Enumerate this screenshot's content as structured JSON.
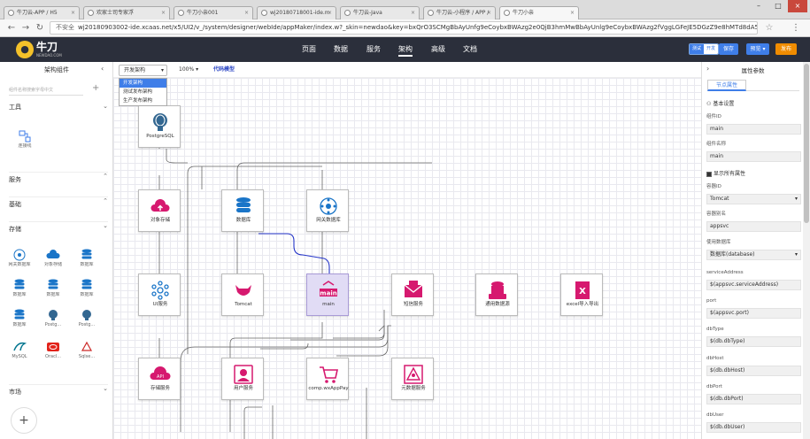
{
  "browser": {
    "tabs": [
      {
        "label": "牛刀云-APP / H5"
      },
      {
        "label": "欢家士司专家浮"
      },
      {
        "label": "牛刀小亲001"
      },
      {
        "label": "wj20180718001-ide.m"
      },
      {
        "label": "牛刀云-Java"
      },
      {
        "label": "牛刀云-小程序 / APP /"
      },
      {
        "label": "牛刀小亲"
      }
    ],
    "insecure_label": "不安全",
    "url": "wj20180903002-ide.xcaas.net/x5/UI2/v_/system/designer/webIde/appMaker/index.w?_skin=newdao&key=bxQrO3SCMgBbAyUnfg9eCoybxBWAzg2e0QjB3hmMwBbAyUnlg9eCoybxBWAzg2fVggLGFeJE5DGzZ9e8hMTd8dA5DU..."
  },
  "header": {
    "logo_text": "牛刀",
    "logo_sub": "NEWDAO.COM",
    "nav": [
      {
        "label": "页面"
      },
      {
        "label": "数据"
      },
      {
        "label": "服务"
      },
      {
        "label": "架构"
      },
      {
        "label": "高级"
      },
      {
        "label": "文档"
      }
    ],
    "env_left": "测试",
    "env_right": "开发",
    "save_label": "保存",
    "preview_label": "预览",
    "publish_label": "发布"
  },
  "left_panel": {
    "title": "架构组件",
    "search_placeholder": "组件名称搜索字母中文",
    "sections": {
      "tools": "工具",
      "service": "服务",
      "base": "基础",
      "storage": "存储",
      "market": "市场"
    },
    "tool_items": [
      {
        "label": "连接线"
      }
    ],
    "storage_items": [
      {
        "label": "网关数据库"
      },
      {
        "label": "对象存储"
      },
      {
        "label": "数据库"
      },
      {
        "label": "数据库"
      },
      {
        "label": "数据库"
      },
      {
        "label": "数据库"
      },
      {
        "label": "数据库"
      },
      {
        "label": "Postg..."
      },
      {
        "label": "Postg..."
      },
      {
        "label": "MySQL"
      },
      {
        "label": "Oracl..."
      },
      {
        "label": "Sqlse..."
      }
    ],
    "add_label": "+"
  },
  "toolbar": {
    "arch_select": "开发架构",
    "arch_options": [
      {
        "label": "开发架构"
      },
      {
        "label": "测试发布架构"
      },
      {
        "label": "生产发布架构"
      }
    ],
    "zoom": "100%",
    "code_mode": "代码模型"
  },
  "canvas": {
    "nodes": [
      {
        "label": "PostgreSQL"
      },
      {
        "label": "对象存储"
      },
      {
        "label": "数据库"
      },
      {
        "label": "网关数据库"
      },
      {
        "label": "UI服务"
      },
      {
        "label": "Tomcat"
      },
      {
        "label": "main"
      },
      {
        "label": "短信服务"
      },
      {
        "label": "通用数据源"
      },
      {
        "label": "excel导入导出"
      },
      {
        "label": "存储服务"
      },
      {
        "label": "用户服务"
      },
      {
        "label": "comp.wxAppPay"
      },
      {
        "label": "元数据服务"
      }
    ],
    "accent": "#d6196f",
    "db_color": "#1a75c8"
  },
  "right_panel": {
    "title": "属性参数",
    "tab": "节点属性",
    "basic": "基本设置",
    "fields": [
      {
        "label": "组件ID",
        "value": "main"
      },
      {
        "label": "组件名称",
        "value": "main"
      }
    ],
    "show_all": "显示所有属性",
    "fields2": [
      {
        "label": "容器ID",
        "value": "Tomcat"
      },
      {
        "label": "容器别名",
        "value": "appsvc"
      },
      {
        "label": "使用数据库",
        "value": "数据库(database)"
      },
      {
        "label": "serviceAddress",
        "value": "$(appsvc.serviceAddress)"
      },
      {
        "label": "port",
        "value": "$(appsvc.port)"
      },
      {
        "label": "dbType",
        "value": "$(db.dbType)"
      },
      {
        "label": "dbHost",
        "value": "$(db.dbHost)"
      },
      {
        "label": "dbPort",
        "value": "$(db.dbPort)"
      },
      {
        "label": "dbUser",
        "value": "$(db.dbUser)"
      }
    ]
  }
}
